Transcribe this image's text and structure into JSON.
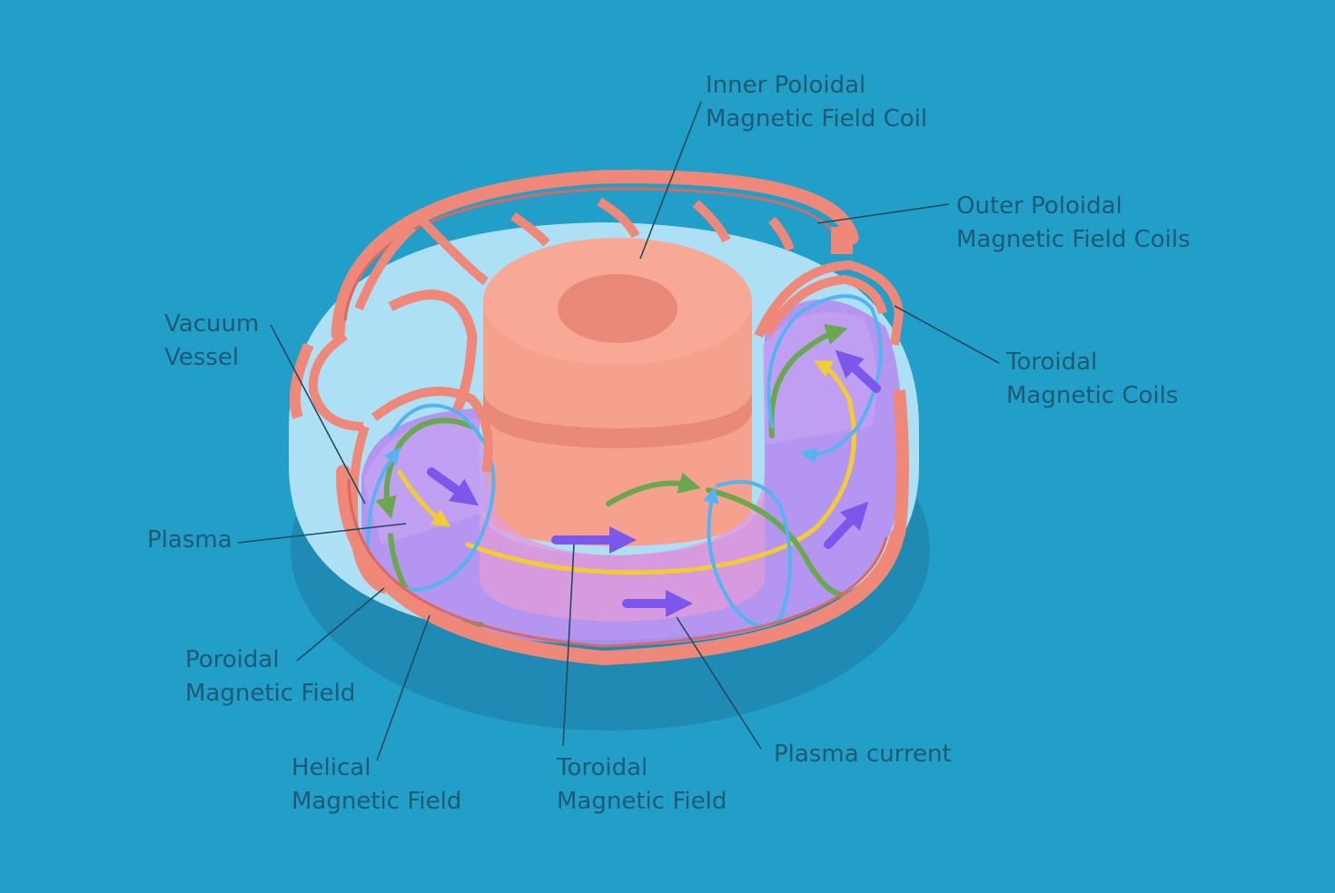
{
  "colors": {
    "background": "#229fc8",
    "shadow": "#1f8ab4",
    "coil": "#f0887a",
    "coil_dark": "#d9695e",
    "solenoid": "#f6a08e",
    "solenoid_shadow": "#e98a78",
    "vessel": "#aee0f5",
    "plasma": "#b48ff0",
    "plasma_inner": "#e39bd8",
    "helical_green": "#6aa84f",
    "toroidal_yellow": "#f2cc35",
    "poloidal_blue": "#55b3f2",
    "current_purple": "#7b57ec",
    "label_text": "#1f5a74",
    "leader_line": "#244a5c"
  },
  "labels": {
    "inner_poloidal": [
      "Inner Poloidal",
      "Magnetic Field Coil"
    ],
    "outer_poloidal": [
      "Outer Poloidal",
      "Magnetic Field Coils"
    ],
    "vacuum_vessel": [
      "Vacuum",
      "Vessel"
    ],
    "toroidal_coils": [
      "Toroidal",
      "Magnetic Coils"
    ],
    "plasma": [
      "Plasma"
    ],
    "poloidal_field": [
      "Poroidal",
      "Magnetic Field"
    ],
    "helical_field": [
      "Helical",
      "Magnetic Field"
    ],
    "toroidal_field": [
      "Toroidal",
      "Magnetic Field"
    ],
    "plasma_current": [
      "Plasma current"
    ]
  }
}
